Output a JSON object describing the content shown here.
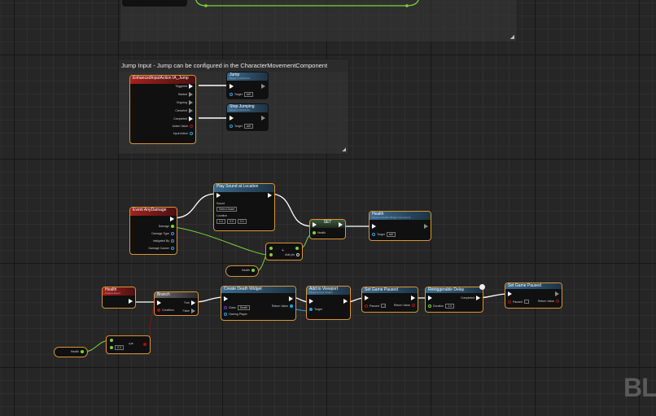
{
  "comments": {
    "jump_title": "Jump Input - Jump can be configured in the CharacterMovementComponent"
  },
  "nodes": {
    "ia_jump": {
      "title": "EnhancedInputAction IA_Jump",
      "pins": [
        "Triggered",
        "Started",
        "Ongoing",
        "Canceled",
        "Completed",
        "Action Value",
        "Input Action"
      ]
    },
    "jump": {
      "title": "Jump",
      "subtitle": "Target is Character",
      "target": "Target",
      "self": "self"
    },
    "stop_jumping": {
      "title": "Stop Jumping",
      "subtitle": "Target is Character",
      "target": "Target",
      "self": "self"
    },
    "any_damage": {
      "title": "Event AnyDamage",
      "pins": [
        "Damage",
        "Damage Type",
        "Instigated By",
        "Damage Causer"
      ]
    },
    "play_sound": {
      "title": "Play Sound at Location",
      "sound": "Sound",
      "sound_value": "Select Asset",
      "location": "Location",
      "x": "0.0",
      "y": "0.0",
      "z": "0.0"
    },
    "set": {
      "title": "SET",
      "pin": "Health"
    },
    "health_call": {
      "title": "Health",
      "subtitle": "Target is Health Widget Component",
      "target": "Target",
      "self": "self"
    },
    "add": {
      "title": "+",
      "add_pin": "Add pin"
    },
    "health_get1": {
      "label": "Health"
    },
    "health_event": {
      "title": "Health",
      "subtitle": "Custom Event"
    },
    "branch": {
      "title": "Branch",
      "condition": "Condition",
      "true": "True",
      "false": "False"
    },
    "create_widget": {
      "title": "Create Death Widget",
      "class": "Class",
      "class_value": "Death",
      "owning": "Owning Player",
      "return": "Return Value"
    },
    "add_viewport": {
      "title": "Add to Viewport",
      "subtitle": "Target is User Widget",
      "target": "Target"
    },
    "set_paused1": {
      "title": "Set Game Paused",
      "paused": "Paused",
      "return": "Return Value",
      "checked": true
    },
    "delay": {
      "title": "Retriggerable Delay",
      "completed": "Completed",
      "duration": "Duration",
      "duration_value": "1.0"
    },
    "set_paused2": {
      "title": "Set Game Paused",
      "paused": "Paused",
      "return": "Return Value",
      "checked": false
    },
    "less": {
      "title": "<=",
      "value": "0.0"
    },
    "health_get2": {
      "label": "Health"
    }
  },
  "watermark": "BL",
  "colors": {
    "exec": "#ffffff",
    "float": "#9be33a",
    "object": "#1fa6e0",
    "bool": "#a01515",
    "selected": "#d89436"
  }
}
